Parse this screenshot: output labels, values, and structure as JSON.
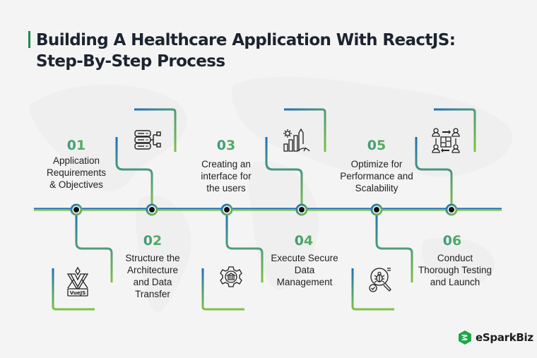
{
  "title": {
    "line1": "Building A Healthcare Application With ReactJS:",
    "line2": "Step-By-Step Process"
  },
  "colors": {
    "accent_blue": "#1f6fb8",
    "accent_green": "#7cc242",
    "title_bar": "#1e8a4c",
    "node_fill": "#111111"
  },
  "steps": [
    {
      "number": "01",
      "lines": [
        "Application",
        "Requirements",
        "& Objectives"
      ],
      "icon": "server-network-icon"
    },
    {
      "number": "02",
      "lines": [
        "Structure the",
        "Architecture",
        "and Data",
        "Transfer"
      ],
      "icon": "vuejs-logo-icon"
    },
    {
      "number": "03",
      "lines": [
        "Creating an",
        "interface for",
        "the users"
      ],
      "icon": "performance-chart-gear-icon"
    },
    {
      "number": "04",
      "lines": [
        "Execute Secure",
        "Data",
        "Management"
      ],
      "icon": "gear-bank-icon"
    },
    {
      "number": "05",
      "lines": [
        "Optimize for",
        "Performance and",
        "Scalability"
      ],
      "icon": "team-collaboration-puzzle-icon"
    },
    {
      "number": "06",
      "lines": [
        "Conduct",
        "Thorough Testing",
        "and Launch"
      ],
      "icon": "bug-search-icon"
    }
  ],
  "brand": {
    "name": "eSparkBiz",
    "icon": "esparkbiz-logo-icon"
  }
}
